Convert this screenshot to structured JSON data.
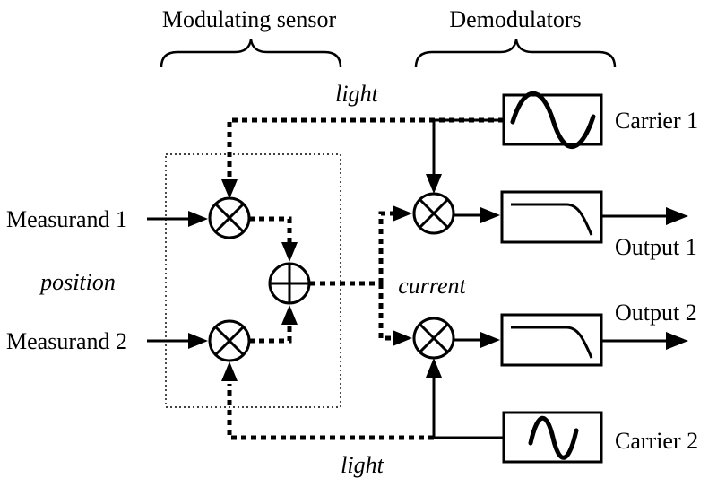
{
  "headers": {
    "modulating_sensor": "Modulating sensor",
    "demodulators": "Demodulators"
  },
  "signals": {
    "light_top": "light",
    "light_bottom": "light",
    "current": "current",
    "position": "position"
  },
  "inputs": {
    "measurand_1": "Measurand 1",
    "measurand_2": "Measurand 2"
  },
  "carriers": {
    "carrier_1": "Carrier 1",
    "carrier_2": "Carrier 2"
  },
  "outputs": {
    "output_1": "Output 1",
    "output_2": "Output 2"
  }
}
